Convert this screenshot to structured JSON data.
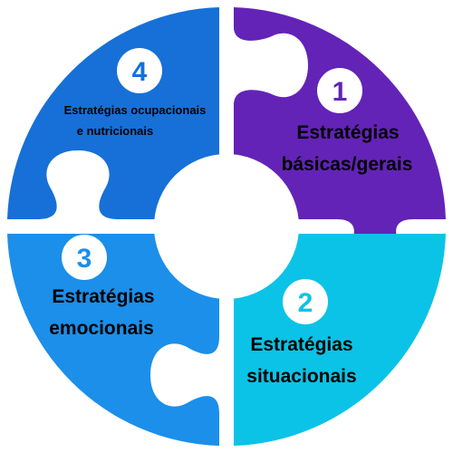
{
  "colors": {
    "q1": "#6323B7",
    "q2": "#0BC3E6",
    "q3": "#1B8FEA",
    "q4": "#1670D8",
    "badge_bg": "#ffffff",
    "center": "#ffffff",
    "text": "#000000"
  },
  "pieces": [
    {
      "number": "1",
      "label_lines": [
        "Estratégias",
        "básicas/gerais"
      ]
    },
    {
      "number": "2",
      "label_lines": [
        "Estratégias",
        "situacionais"
      ]
    },
    {
      "number": "3",
      "label_lines": [
        "Estratégias",
        "emocionais"
      ]
    },
    {
      "number": "4",
      "label_lines": [
        "Estratégias ocupacionais",
        "e nutricionais"
      ]
    }
  ]
}
